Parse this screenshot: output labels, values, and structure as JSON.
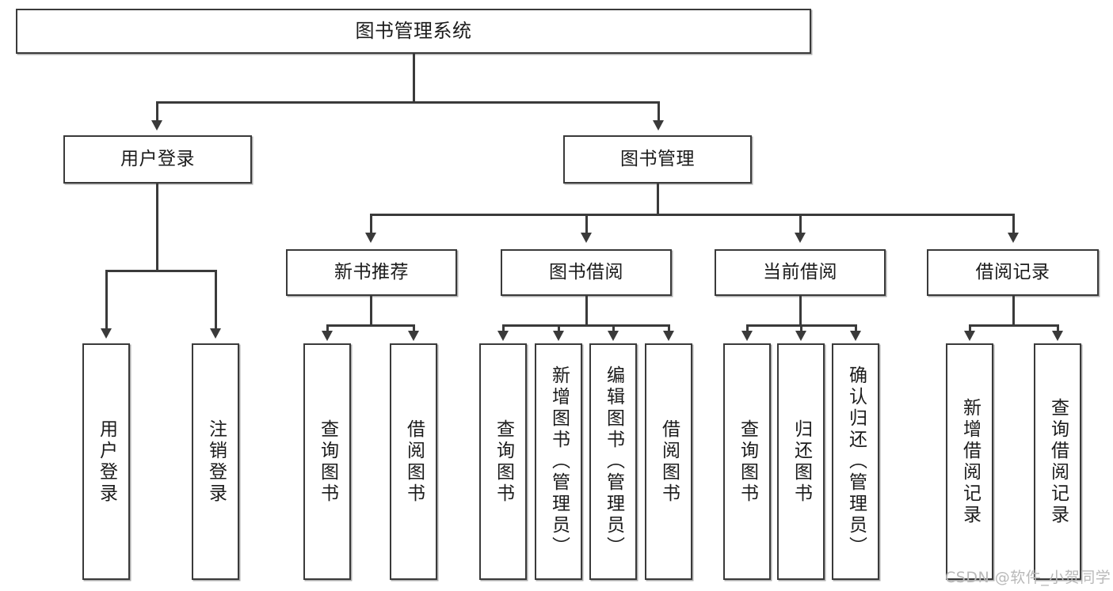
{
  "diagram": {
    "title": "图书管理系统",
    "type": "tree-structure-chart",
    "root": {
      "label": "图书管理系统"
    },
    "level2": [
      {
        "label": "用户登录"
      },
      {
        "label": "图书管理"
      }
    ],
    "level3": [
      {
        "label": "新书推荐"
      },
      {
        "label": "图书借阅"
      },
      {
        "label": "当前借阅"
      },
      {
        "label": "借阅记录"
      }
    ],
    "leaves": {
      "user_login": [
        {
          "label": "用户登录"
        },
        {
          "label": "注销登录"
        }
      ],
      "new_book_recommend": [
        {
          "label": "查询图书"
        },
        {
          "label": "借阅图书"
        }
      ],
      "book_borrow": [
        {
          "label": "查询图书"
        },
        {
          "label": "新增图书（管理员）"
        },
        {
          "label": "编辑图书（管理员）"
        },
        {
          "label": "借阅图书"
        }
      ],
      "current_borrow": [
        {
          "label": "查询图书"
        },
        {
          "label": "归还图书"
        },
        {
          "label": "确认归还（管理员）"
        }
      ],
      "borrow_records": [
        {
          "label": "新增借阅记录"
        },
        {
          "label": "查询借阅记录"
        }
      ]
    }
  },
  "watermark": {
    "text": "CSDN @软件_小贺同学"
  },
  "colors": {
    "border": "#3a3a3a",
    "text": "#1b1b1b",
    "background": "#ffffff",
    "watermark": "#b9b9b9"
  }
}
